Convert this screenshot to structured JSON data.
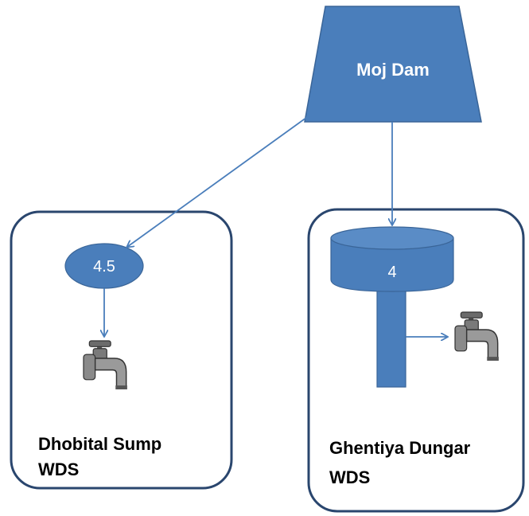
{
  "dam": {
    "label": "Moj Dam"
  },
  "left_system": {
    "sump_value": "4.5",
    "title_line1": "Dhobital Sump",
    "title_line2": "WDS",
    "tap_icon": "water-tap-icon"
  },
  "right_system": {
    "tank_value": "4",
    "title_line1": "Ghentiya Dungar",
    "title_line2": "WDS",
    "tap_icon": "water-tap-icon"
  },
  "colors": {
    "shape_fill": "#4a7ebb",
    "shape_stroke": "#3a6598",
    "container_stroke": "#2a466e",
    "arrow": "#4a7ebb"
  }
}
